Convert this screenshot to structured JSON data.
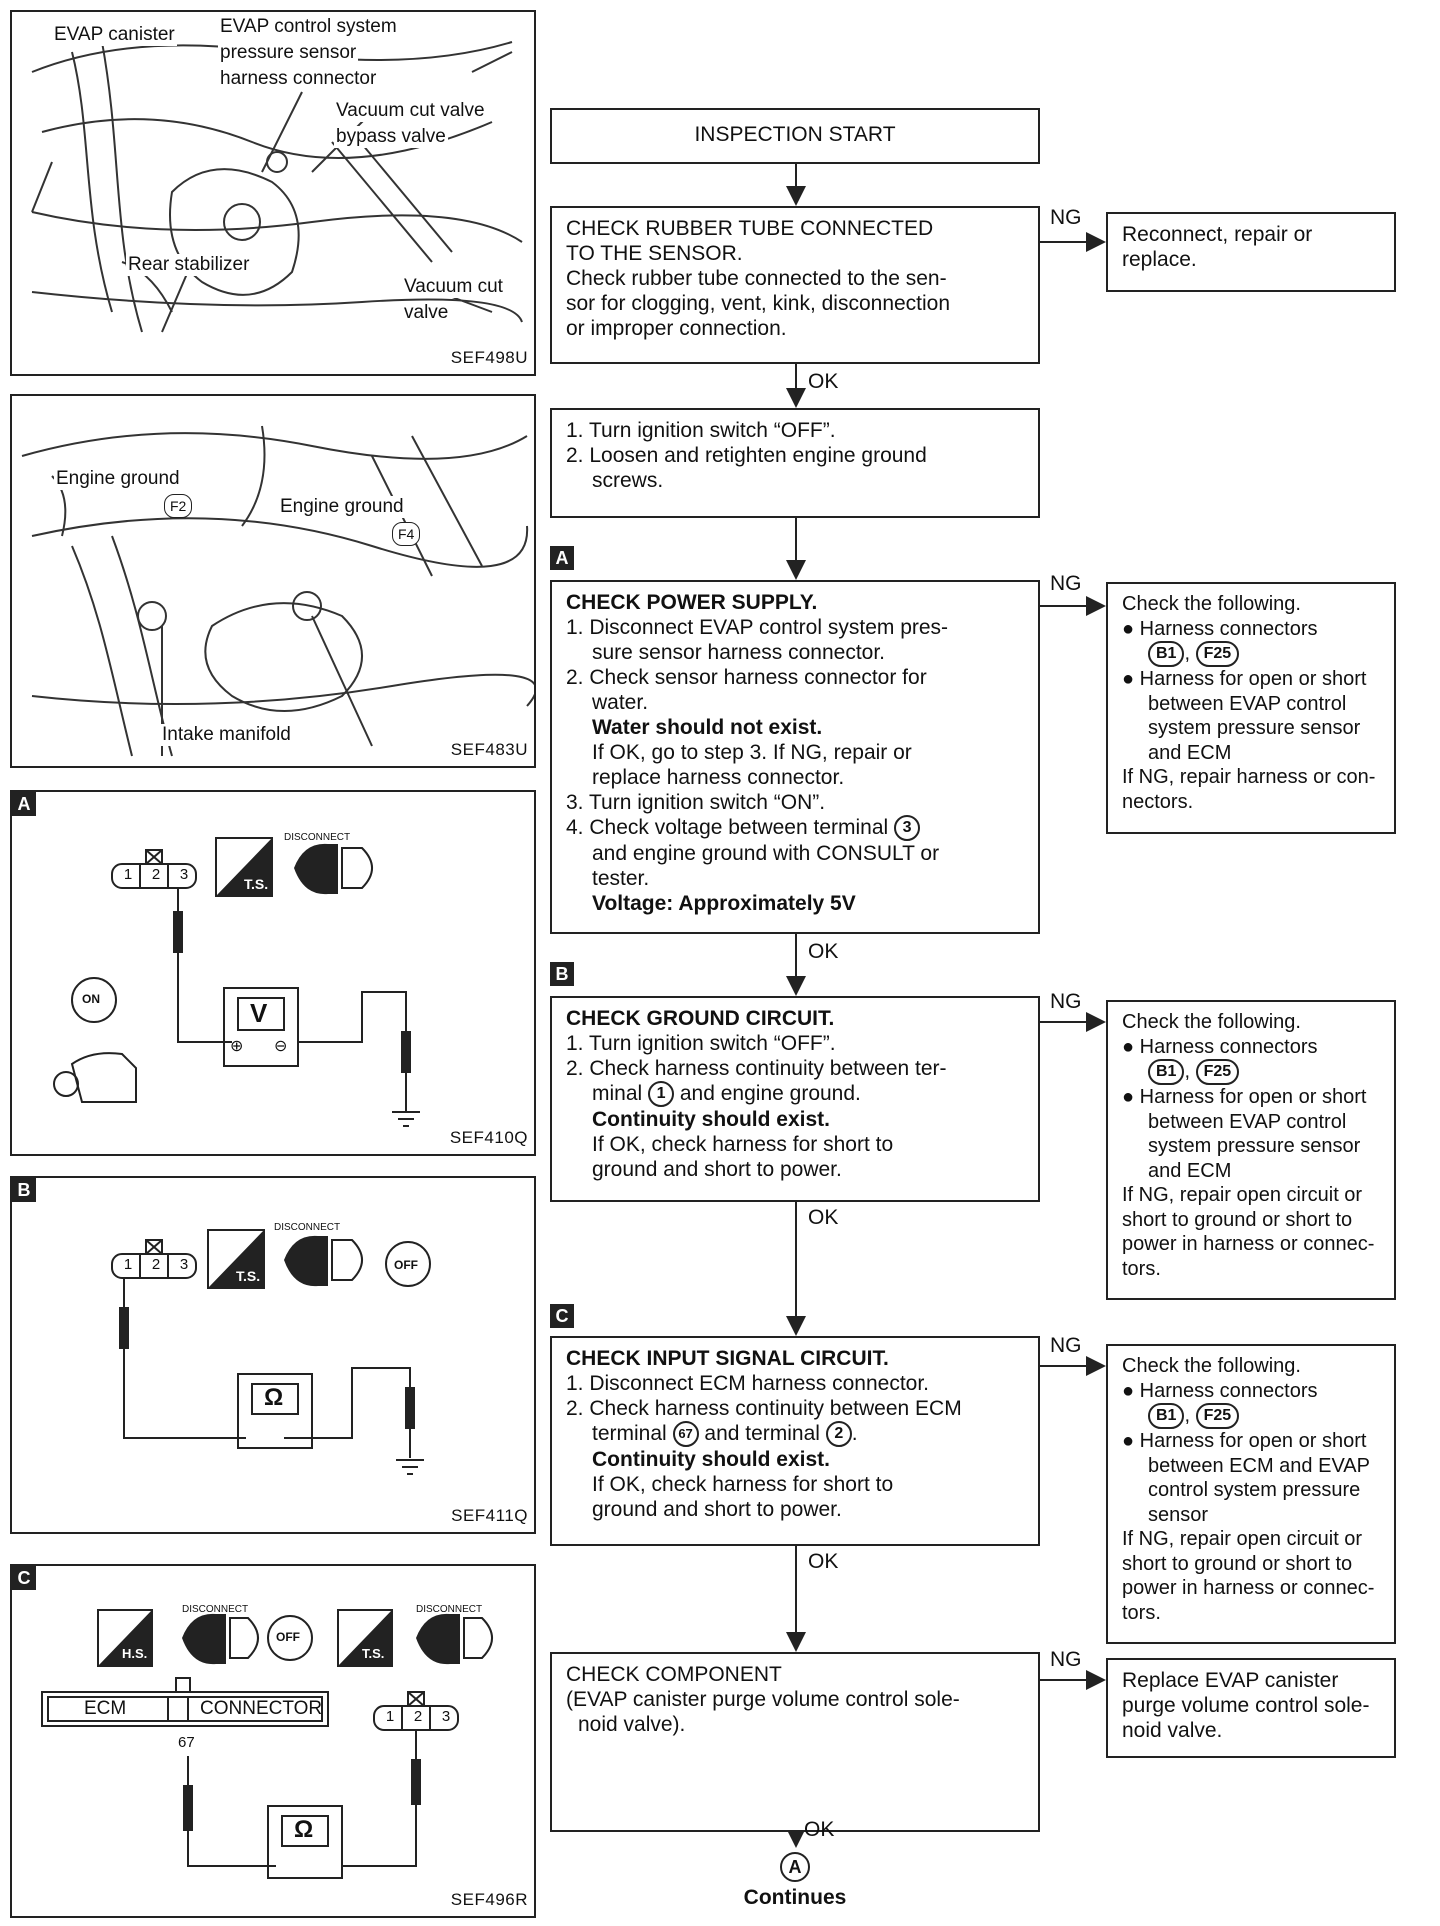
{
  "figures": {
    "fig1": {
      "labels": [
        "EVAP canister",
        "EVAP control system",
        "pressure sensor",
        "harness connector",
        "Vacuum cut valve",
        "bypass valve",
        "Rear stabilizer",
        "Vacuum cut",
        "valve"
      ],
      "code": "SEF498U"
    },
    "fig2": {
      "labels": [
        "Engine ground",
        "F2",
        "Engine ground",
        "F4",
        "Intake manifold"
      ],
      "code": "SEF483U"
    },
    "figA": {
      "badge": "A",
      "code": "SEF410Q",
      "pins": [
        "1",
        "2",
        "3"
      ],
      "ts": "T.S.",
      "disconnect": "DISCONNECT",
      "meter": "V",
      "key": "ON",
      "plus": "⊕",
      "minus": "⊖"
    },
    "figB": {
      "badge": "B",
      "code": "SEF411Q",
      "pins": [
        "1",
        "2",
        "3"
      ],
      "ts": "T.S.",
      "disconnect": "DISCONNECT",
      "meter": "Ω",
      "key": "OFF"
    },
    "figC": {
      "badge": "C",
      "code": "SEF496R",
      "pins": [
        "1",
        "2",
        "3"
      ],
      "hs": "H.S.",
      "ts": "T.S.",
      "disconnect1": "DISCONNECT",
      "disconnect2": "DISCONNECT",
      "key": "OFF",
      "ecm": "ECM",
      "connector": "CONNECTOR",
      "pin": "67",
      "meter": "Ω"
    }
  },
  "flow": {
    "start": "INSPECTION START",
    "step1": {
      "lines": [
        "CHECK RUBBER TUBE CONNECTED",
        "TO THE SENSOR.",
        "Check rubber tube connected to the sen-",
        "sor for clogging, vent, kink, disconnection",
        "or improper connection."
      ]
    },
    "step1_ng": "Reconnect, repair or replace.",
    "step2": {
      "lines": [
        "1. Turn ignition switch “OFF”.",
        "2. Loosen and retighten engine ground",
        "screws."
      ]
    },
    "stepA": {
      "badge": "A",
      "title": "CHECK POWER SUPPLY.",
      "l1": "1. Disconnect EVAP control system pres-",
      "l1b": "sure sensor harness connector.",
      "l2": "2. Check sensor harness connector for",
      "l2b": "water.",
      "l2c": "Water should not exist.",
      "l2d": "If OK, go to step 3. If NG, repair or",
      "l2e": "replace harness connector.",
      "l3": "3. Turn ignition switch “ON”.",
      "l4": "4. Check voltage between terminal",
      "l4t": "3",
      "l4b": "and engine ground with CONSULT or",
      "l4c": "tester.",
      "l4d": "Voltage: Approximately 5V"
    },
    "stepA_ng": {
      "head": "Check the following.",
      "h1": "Harness connectors",
      "c1": "B1",
      "c2": "F25",
      "h2": "Harness for open or short",
      "h2b": "between EVAP control",
      "h2c": "system pressure sensor",
      "h2d": "and ECM",
      "tail1": "If NG, repair harness or con-",
      "tail2": "nectors."
    },
    "stepB": {
      "badge": "B",
      "title": "CHECK GROUND CIRCUIT.",
      "l1": "1. Turn ignition switch “OFF”.",
      "l2": "2. Check harness continuity between ter-",
      "l2b": "minal",
      "l2t": "1",
      "l2c": "and engine ground.",
      "l2d": "Continuity should exist.",
      "l2e": "If OK, check harness for short to",
      "l2f": "ground and short to power."
    },
    "stepB_ng": {
      "head": "Check the following.",
      "h1": "Harness connectors",
      "c1": "B1",
      "c2": "F25",
      "h2": "Harness for open or short",
      "h2b": "between EVAP control",
      "h2c": "system pressure sensor",
      "h2d": "and ECM",
      "tail1": "If NG, repair open circuit or",
      "tail2": "short to ground or short to",
      "tail3": "power in harness or connec-",
      "tail4": "tors."
    },
    "stepC": {
      "badge": "C",
      "title": "CHECK INPUT SIGNAL CIRCUIT.",
      "l1": "1. Disconnect ECM harness connector.",
      "l2": "2. Check harness continuity between ECM",
      "l2b": "terminal",
      "l2t1": "67",
      "l2c": "and terminal",
      "l2t2": "2",
      "l2d": "Continuity should exist.",
      "l2e": "If OK, check harness for short to",
      "l2f": "ground and short to power."
    },
    "stepC_ng": {
      "head": "Check the following.",
      "h1": "Harness connectors",
      "c1": "B1",
      "c2": "F25",
      "h2": "Harness for open or short",
      "h2b": "between ECM and EVAP",
      "h2c": "control system pressure",
      "h2d": "sensor",
      "tail1": "If NG, repair open circuit or",
      "tail2": "short to ground or short to",
      "tail3": "power in harness or connec-",
      "tail4": "tors."
    },
    "stepD": {
      "lines": [
        "CHECK COMPONENT",
        "(EVAP canister purge volume control sole-",
        "noid valve)."
      ]
    },
    "stepD_ng": {
      "lines": [
        "Replace EVAP canister",
        "purge volume control sole-",
        "noid valve."
      ]
    },
    "ng": "NG",
    "ok": "OK",
    "continue_circle": "A",
    "continues": "Continues"
  }
}
